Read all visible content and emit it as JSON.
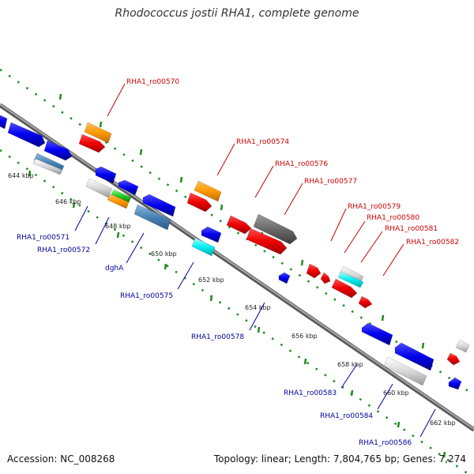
{
  "title": "Rhodococcus jostii RHA1, complete genome",
  "footer": {
    "accession": "Accession: NC_008268",
    "summary": "Topology: linear; Length: 7,804,765 bp; Genes: 7,274"
  },
  "colors": {
    "backbone": "#8a8a8a",
    "ticks": "#1f8a1f",
    "label_top": "#cc0000",
    "label_bottom": "#00009e",
    "tick_label": "#222222"
  },
  "ticks": [
    "644 kbp",
    "646 kbp",
    "648 kbp",
    "650 kbp",
    "652 kbp",
    "654 kbp",
    "656 kbp",
    "658 kbp",
    "660 kbp",
    "662 kbp"
  ],
  "labels_top": [
    "RHA1_ro00570",
    "RHA1_ro00574",
    "RHA1_ro00576",
    "RHA1_ro00577",
    "RHA1_ro00579",
    "RHA1_ro00580",
    "RHA1_ro00581",
    "RHA1_ro00582"
  ],
  "labels_bottom": [
    "RHA1_ro00571",
    "RHA1_ro00572",
    "dghA",
    "RHA1_ro00575",
    "RHA1_ro00578",
    "RHA1_ro00583",
    "RHA1_ro00584",
    "RHA1_ro00586"
  ],
  "gene_colors": [
    "blue",
    "red",
    "orange",
    "gray",
    "light-gray",
    "steel-blue",
    "cyan",
    "green"
  ]
}
